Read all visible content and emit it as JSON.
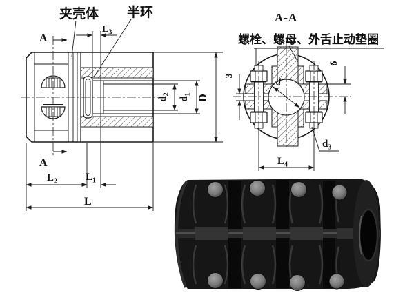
{
  "page": {
    "background": "#ffffff",
    "line_color": "#1a1a1a"
  },
  "left_view": {
    "part_labels": {
      "clamp_shell": "夹壳体",
      "half_ring": "半环"
    },
    "section_marker": "A",
    "dims": {
      "L3": {
        "main": "L",
        "sub": "3"
      },
      "L2": {
        "main": "L",
        "sub": "2"
      },
      "L1": {
        "main": "L",
        "sub": "1"
      },
      "L": {
        "main": "L",
        "sub": ""
      },
      "d2": {
        "main": "d",
        "sub": "2"
      },
      "d1": {
        "main": "d",
        "sub": "1"
      },
      "D": {
        "main": "D",
        "sub": ""
      }
    }
  },
  "section_view": {
    "title": "A-A",
    "callout": "螺栓、螺母、外舌止动垫圈",
    "dims": {
      "gap": "3",
      "delta": "δ",
      "bore": "d",
      "d3": {
        "main": "d",
        "sub": "3"
      },
      "L4": {
        "main": "L",
        "sub": "4"
      }
    }
  },
  "photo": {
    "body_color": "#161616",
    "groove_color": "#090909",
    "seam_color": "#3a3a3a",
    "bolt_color": "#8d8d8d",
    "bore_color": "#040404"
  }
}
